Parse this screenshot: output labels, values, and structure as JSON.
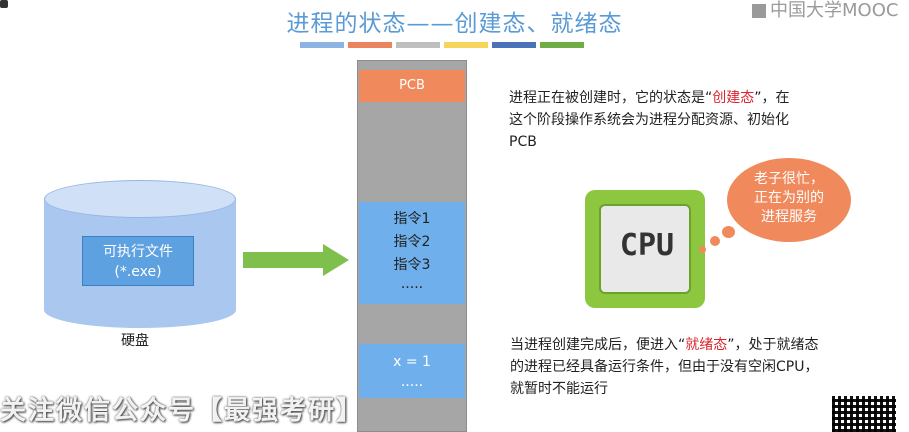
{
  "slide": {
    "title": "进程的状态——创建态、就绪态",
    "brand": "中国大学MOOC",
    "color_bar": [
      "#8db3e2",
      "#e9845e",
      "#bfbfbf",
      "#f6d55c",
      "#4a72b8",
      "#70ad47"
    ]
  },
  "disk": {
    "file_line1": "可执行文件",
    "file_line2": "(*.exe)",
    "label": "硬盘"
  },
  "memory": {
    "pcb": "PCB",
    "instructions": [
      "指令1",
      "指令2",
      "指令3",
      "....."
    ],
    "data_line1": "x = 1",
    "data_line2": "....."
  },
  "para1": {
    "a": "进程正在被创建时，它的状态是“",
    "b": "创建态",
    "c": "”，在这个阶段操作系统会为进程分配资源、初始化PCB"
  },
  "para2": {
    "a": "当进程创建完成后，便进入“",
    "b": "就绪态",
    "c": "”，处于就绪态的进程已经具备运行条件，但由于没有空闲CPU，就暂时不能运行"
  },
  "cpu": {
    "label": "CPU",
    "bubble_lines": [
      "老子很忙，",
      "正在为别的",
      "进程服务"
    ]
  },
  "watermark": "关注微信公众号【最强考研】"
}
